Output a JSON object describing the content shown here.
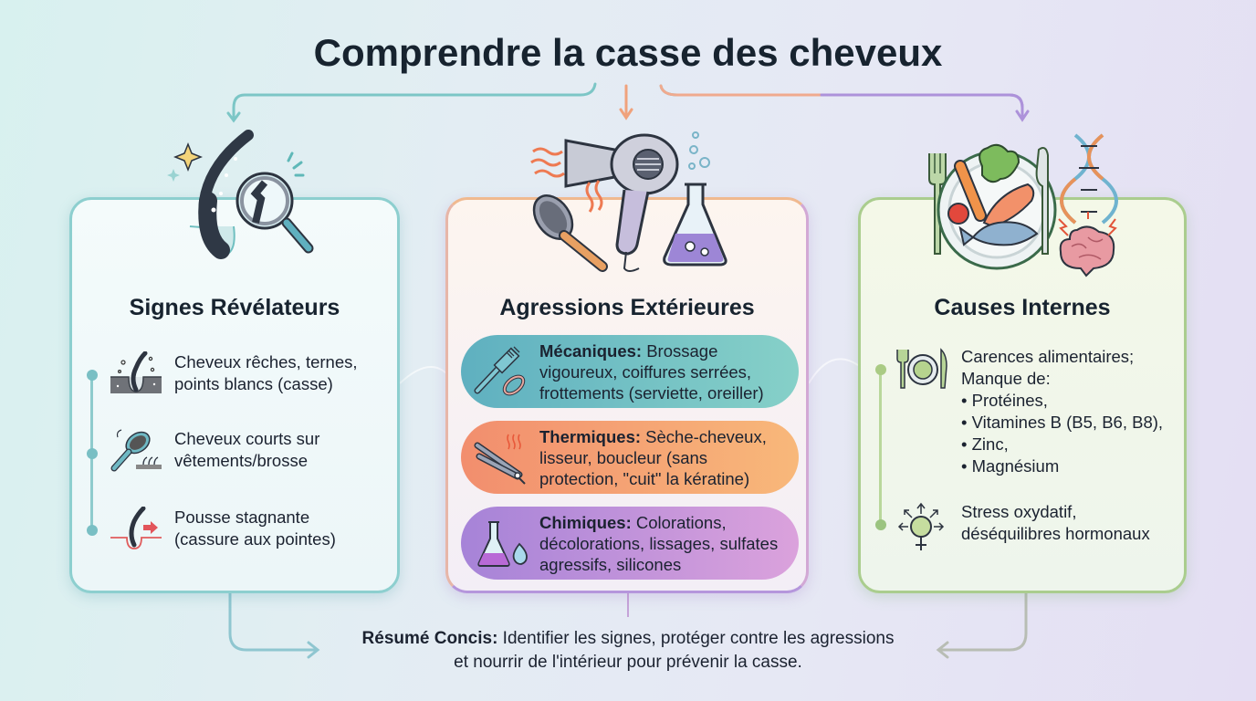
{
  "title": "Comprendre la casse des cheveux",
  "colors": {
    "teal": "#5fb8b8",
    "orange": "#f0a070",
    "purple": "#a98bd8",
    "green": "#a4c98a",
    "text": "#1b2230"
  },
  "cards": [
    {
      "title": "Signes Révélateurs",
      "illustration": "hair-strand-magnifier-icon",
      "items": [
        {
          "icon": "scalp-hair-dots-icon",
          "line1": "Cheveux rêches, ternes,",
          "line2": "points blancs (casse)"
        },
        {
          "icon": "hairbrush-icon",
          "line1": "Cheveux courts sur",
          "line2": "vêtements/brosse"
        },
        {
          "icon": "hair-growth-arrow-icon",
          "line1": "Pousse stagnante",
          "line2": "(cassure aux pointes)"
        }
      ]
    },
    {
      "title": "Agressions Extérieures",
      "illustration": "hairdryer-brush-flask-icon",
      "items": [
        {
          "icon": "comb-elastic-icon",
          "label": "Mécaniques:",
          "text1": " Brossage",
          "text2": "vigoureux, coiffures serrées,",
          "text3": "frottements (serviette, oreiller)"
        },
        {
          "icon": "straightener-icon",
          "label": "Thermiques:",
          "text1": " Sèche-cheveux,",
          "text2": "lisseur, boucleur (sans",
          "text3": "protection, \"cuit\" la kératine)"
        },
        {
          "icon": "flask-drop-icon",
          "label": "Chimiques:",
          "text1": " Colorations,",
          "text2": "décolorations, lissages, sulfates",
          "text3": "agressifs, silicones"
        }
      ]
    },
    {
      "title": "Causes Internes",
      "illustration": "plate-dna-brain-icon",
      "items": [
        {
          "icon": "plate-cutlery-icon",
          "line1": "Carences alimentaires;",
          "line2": "Manque de:",
          "bullets": [
            "• Protéines,",
            "• Vitamines B (B5, B6, B8),",
            "• Zinc,",
            "• Magnésium"
          ]
        },
        {
          "icon": "hormone-stress-icon",
          "line1": "Stress oxydatif,",
          "line2": "déséquilibres hormonaux"
        }
      ]
    }
  ],
  "summary": {
    "label": "Résumé Concis:",
    "text1": " Identifier les signes, protéger contre les agressions",
    "text2": "et nourrir de l'intérieur pour prévenir la casse."
  }
}
